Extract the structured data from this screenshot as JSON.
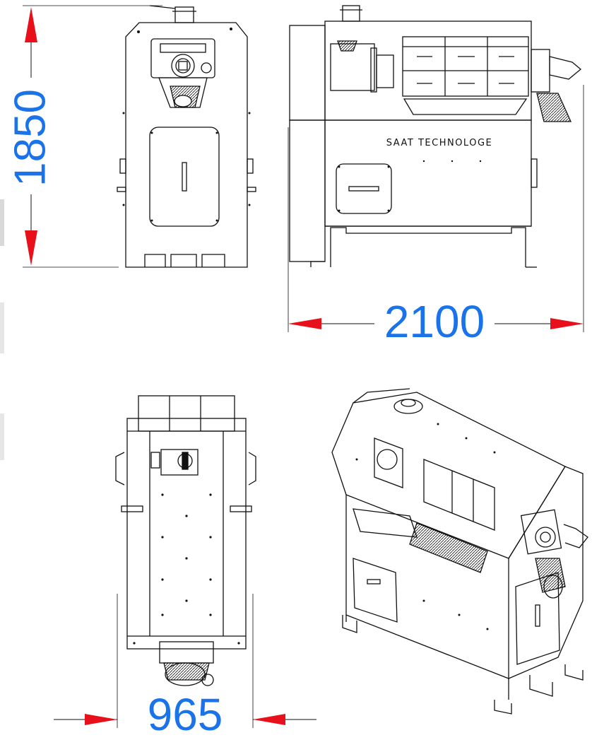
{
  "dimensions": {
    "height": "1850",
    "length": "2100",
    "width": "965"
  },
  "side_view": {
    "brand_label": "SAAT TECHNOLOGE"
  },
  "colors": {
    "dimension": "#1a73e8",
    "arrow": "#e8101a",
    "line": "#111111"
  }
}
